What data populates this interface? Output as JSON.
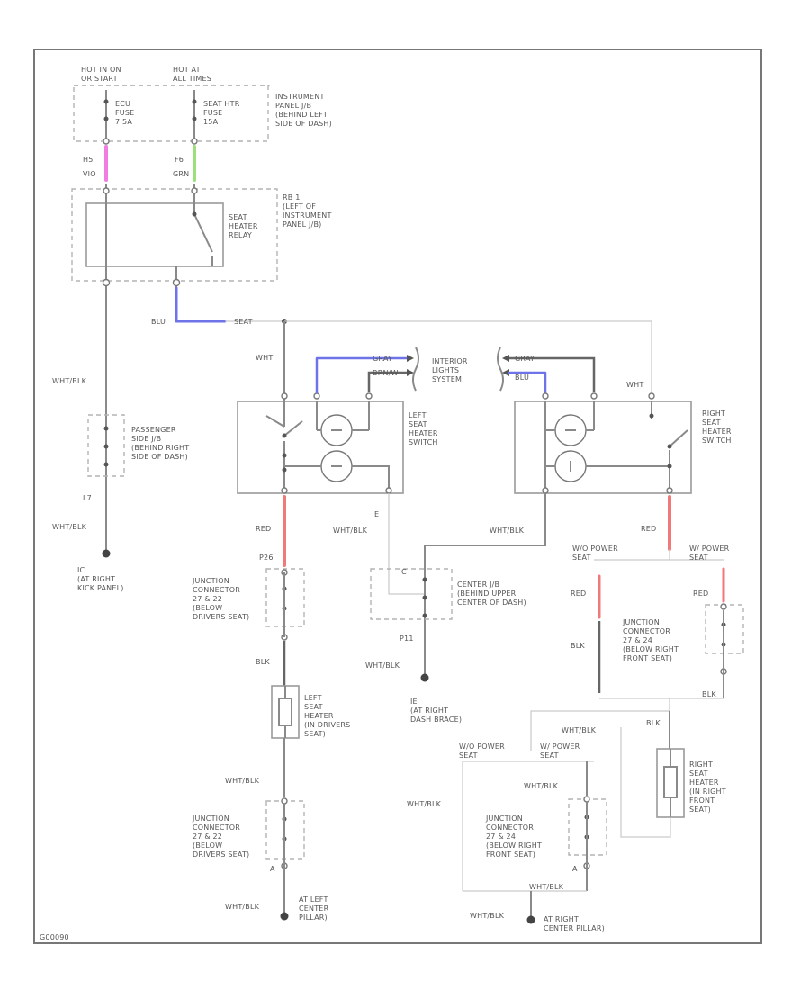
{
  "labels": {
    "hot_run_start": "HOT IN ON\nOR START",
    "hot_at_all_times": "HOT AT\nALL TIMES",
    "fuse_ecu": "ECU\nFUSE\n7.5A",
    "fuse_seat_htr": "SEAT HTR\nFUSE\n15A",
    "ip_jb": "INSTRUMENT\nPANEL J/B\n(BEHIND LEFT\nSIDE OF DASH)",
    "pin_h5": "H5",
    "wire_vio": "VIO",
    "pin_f6": "F6",
    "wire_grn": "GRN",
    "relay_loc": "RB 1\n(LEFT OF\nINSTRUMENT\nPANEL J/B)",
    "relay_name": "SEAT\nHEATER\nRELAY",
    "wire_blu": "BLU",
    "splice_seat": "SEAT",
    "wire_wht_top": "WHT",
    "wire_wht_blk_left": "WHT/BLK",
    "wire_gray_l": "GRAY",
    "wire_bnw_l": "BRN/W",
    "interior_lights": "INTERIOR\nLIGHTS\nSYSTEM",
    "wire_gray_r": "GRAY",
    "wire_blk_r": "BLU",
    "wire_wht_right": "WHT",
    "left_switch": "LEFT\nSEAT\nHEATER\nSWITCH",
    "right_switch": "RIGHT\nSEAT\nHEATER\nSWITCH",
    "passenger_jb": "PASSENGER\nSIDE J/B\n(BEHIND RIGHT\nSIDE OF DASH)",
    "pin_l7": "L7",
    "wire_wht_blk_l2": "WHT/BLK",
    "ground_ic": "IC\n(AT RIGHT\nKICK PANEL)",
    "wire_red_l": "RED",
    "pin_p26": "P26",
    "jc_left_top": "JUNCTION\nCONNECTOR\n27 & 22\n(BELOW\nDRIVERS SEAT)",
    "wire_wht_blk_mid": "WHT/BLK",
    "pin_e": "E",
    "center_jb": "CENTER J/B\n(BEHIND UPPER\nCENTER OF DASH)",
    "pin_c": "C",
    "pin_p11": "P11",
    "wire_wht_blk_c": "WHT/BLK",
    "ground_ie": "IE\n(AT RIGHT\nDASH BRACE)",
    "wire_wht_blk_r2": "WHT/BLK",
    "wire_red_r": "RED",
    "wo_power_seat": "W/O POWER\nSEAT",
    "w_power_seat": "W/ POWER\nSEAT",
    "wire_red_r2": "RED",
    "wire_red_r3": "RED",
    "jc_right_top": "JUNCTION\nCONNECTOR\n27 & 24\n(BELOW RIGHT\nFRONT SEAT)",
    "wire_blk_r1": "BLK",
    "wire_blk_r2": "BLK",
    "wire_blk_l": "BLK",
    "left_heater": "LEFT\nSEAT\nHEATER\n(IN DRIVERS\nSEAT)",
    "wire_wht_blk_lb": "WHT/BLK",
    "jc_left_bottom": "JUNCTION\nCONNECTOR\n27 & 22\n(BELOW\nDRIVERS SEAT)",
    "pin_a_l": "A",
    "wire_wht_blk_lg": "WHT/BLK",
    "ground_left": "AT LEFT\nCENTER\nPILLAR)",
    "wire_wht_blk_rb": "WHT/BLK",
    "wire_blk_rb": "BLK",
    "wo_power_seat_b": "W/O POWER\nSEAT",
    "w_power_seat_b": "W/ POWER\nSEAT",
    "wire_wht_blk_rb2": "WHT/BLK",
    "wire_wht_blk_rb3": "WHT/BLK",
    "jc_right_bottom": "JUNCTION\nCONNECTOR\n27 & 24\n(BELOW RIGHT\nFRONT SEAT)",
    "pin_a_r": "A",
    "right_heater": "RIGHT\nSEAT\nHEATER\n(IN RIGHT\nFRONT\nSEAT)",
    "wire_wht_blk_rg": "WHT/BLK",
    "wire_wht_blk_rg2": "WHT/BLK",
    "ground_right": "AT RIGHT\nCENTER PILLAR)",
    "code": "G00090"
  },
  "colors": {
    "vio": "#f27de0",
    "grn": "#9be07c",
    "blu": "#6f73e8",
    "red": "#f07a7a"
  }
}
